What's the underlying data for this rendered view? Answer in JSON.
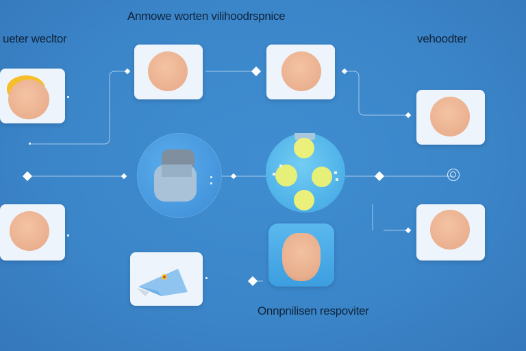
{
  "title": "Anmowe worten vilihoodrspnice",
  "label_top_left": "ueter wecltor",
  "label_top_right": "vehoodter",
  "label_bottom": "Onnpnilisen respoviter",
  "colors": {
    "background": "#3b86c9",
    "card": "#eef4fb",
    "skin": "#eab08f",
    "hair": "#f6bf2a",
    "hub_left": "#4a9de0",
    "hub_right": "#53b6ea",
    "lines": "#b9d6f2"
  },
  "icons": {
    "cards": "person-avatar-icon",
    "left_hub": "person-silhouette-icon",
    "right_hub": "connected-dots-icon",
    "bottom_left": "paper-plane-icon",
    "nodes": "diamond-connector-icon",
    "right_end": "ring-node-icon"
  }
}
